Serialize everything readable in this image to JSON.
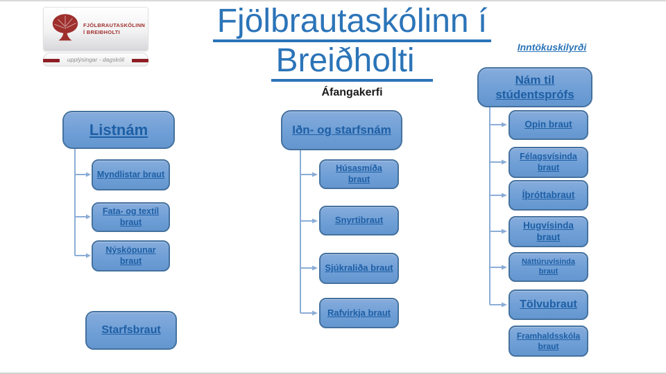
{
  "logo": {
    "name_line1": "FJÖLBRAUTASKÓLINN",
    "name_line2": "Í BREIÐHOLTI",
    "tagline": "upplýsingar - dagskóli"
  },
  "title": {
    "line1": "Fjölbrautaskólinn í",
    "line2": "Breiðholti",
    "subtitle": "Áfangakerfi"
  },
  "top_right": {
    "inntokuskilyrdi": "Inntökuskilyrði"
  },
  "diagram": {
    "columns": [
      {
        "header": "Listnám",
        "items": [
          "Myndlistar braut",
          "Fata- og textíl braut",
          "Nýsköpunar braut",
          "Starfsbraut"
        ]
      },
      {
        "header": "Iðn- og starfsnám",
        "items": [
          "Húsasmíða braut",
          "Snyrtibraut",
          "Sjúkraliða braut",
          "Rafvirkja braut"
        ]
      },
      {
        "header": "Nám til stúdentsprófs",
        "items": [
          "Opin braut",
          "Félagsvísinda braut",
          "Íþróttabraut",
          "Hugvísinda braut",
          "Náttúruvísinda braut",
          "Tölvubraut",
          "Framhaldsskóla braut"
        ]
      }
    ]
  },
  "colors": {
    "accent_blue": "#2B74B8",
    "box_fill": "#6F9FD6",
    "box_border": "#44719E",
    "box_text": "#1E5FA5",
    "connector": "#8BADD6",
    "logo_red": "#9E2F2C"
  }
}
